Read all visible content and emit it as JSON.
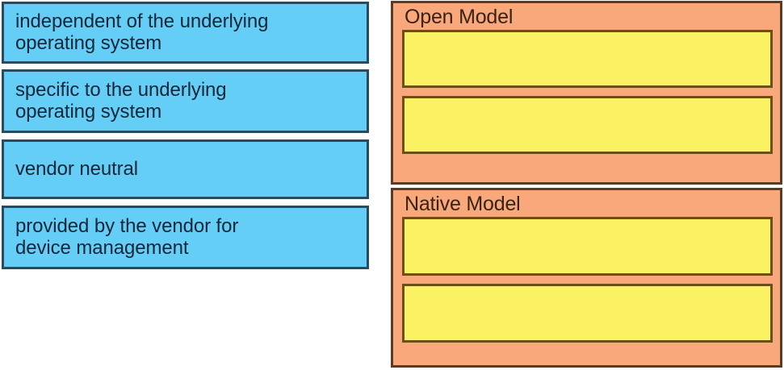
{
  "colors": {
    "source_fill": "#65cef6",
    "source_border": "#2c4a5e",
    "group_fill": "#f8a87b",
    "group_border": "#5d3a23",
    "slot_fill": "#faf163",
    "slot_border": "#6b4f16",
    "page_background": "#ffffff"
  },
  "source_list": {
    "items": [
      {
        "label": "independent of the underlying\noperating system"
      },
      {
        "label": "specific to the underlying\noperating system"
      },
      {
        "label": "vendor neutral"
      },
      {
        "label": "provided by the vendor for\ndevice management"
      }
    ]
  },
  "target_area": {
    "groups": [
      {
        "title": "Open Model",
        "slots": [
          {
            "value": ""
          },
          {
            "value": ""
          }
        ]
      },
      {
        "title": "Native Model",
        "slots": [
          {
            "value": ""
          },
          {
            "value": ""
          }
        ]
      }
    ]
  }
}
